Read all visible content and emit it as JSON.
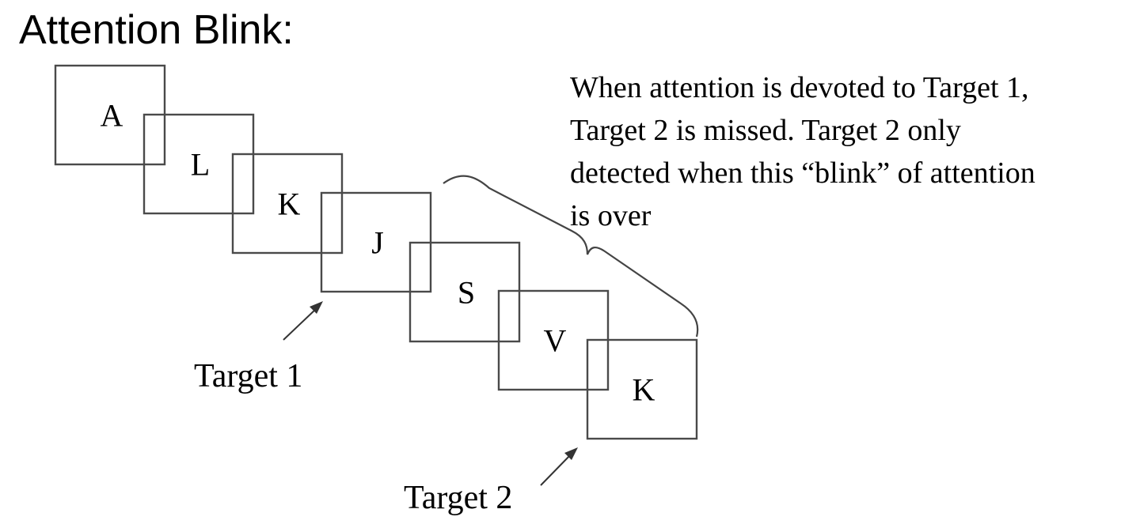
{
  "title": "Attention Blink:",
  "description_lines": [
    "When attention is devoted to Target 1,",
    "Target 2 is missed.  Target 2 only",
    "detected when this “blink” of attention",
    "is over"
  ],
  "stream_letters": [
    "A",
    "L",
    "K",
    "J",
    "S",
    "V",
    "K"
  ],
  "targets": [
    {
      "label": "Target 1",
      "letter": "J"
    },
    {
      "label": "Target 2",
      "letter": "K"
    }
  ]
}
